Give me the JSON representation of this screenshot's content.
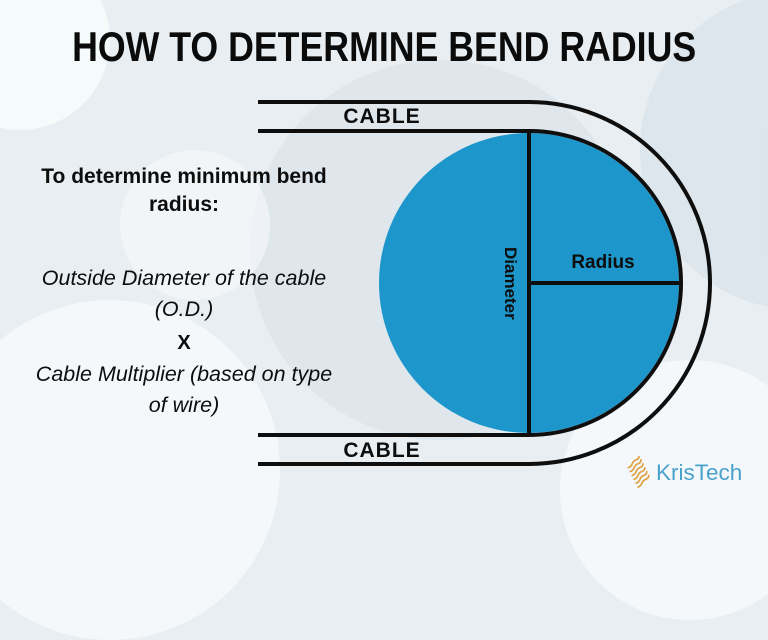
{
  "title": "HOW TO DETERMINE BEND RADIUS",
  "left_panel": {
    "heading": "To determine minimum bend radius:",
    "formula_line1": "Outside Diameter of the cable (O.D.)",
    "operator": "X",
    "formula_line2": "Cable Multiplier (based on type of wire)"
  },
  "diagram": {
    "cable_label_top": "CABLE",
    "cable_label_bottom": "CABLE",
    "diameter_label": "Diameter",
    "radius_label": "Radius",
    "circle_fill": "#1d97cb",
    "line_color": "#0e0e0e"
  },
  "logo": {
    "text": "KrisTech",
    "text_color": "#4aa2cb",
    "icon_color": "#dd9e3b"
  }
}
